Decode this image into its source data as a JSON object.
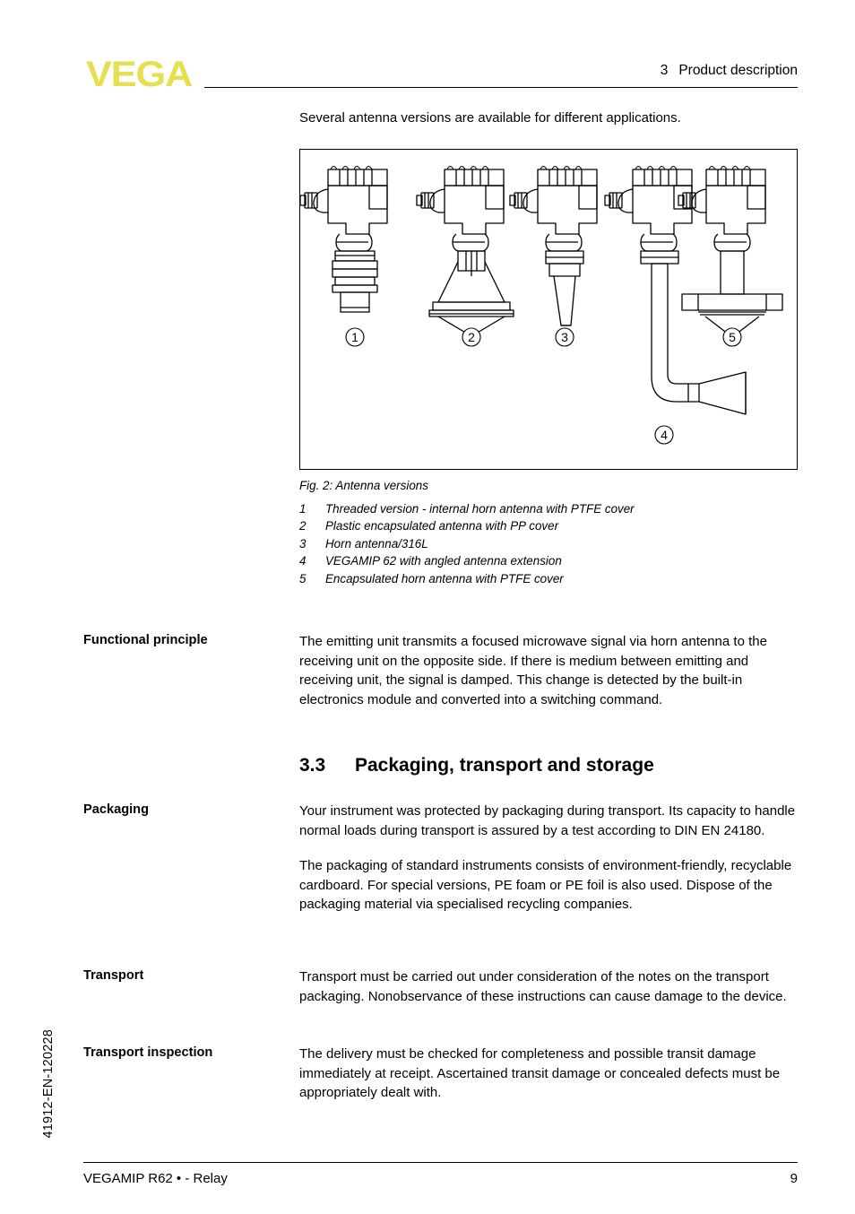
{
  "header": {
    "logo_text": "VEGA",
    "chapter_number": "3",
    "chapter_title": "Product description"
  },
  "intro": {
    "text": "Several antenna versions are available for different applications."
  },
  "figure": {
    "caption": "Fig. 2: Antenna versions",
    "legend": [
      {
        "index": "1",
        "text": "Threaded version - internal horn antenna with PTFE cover"
      },
      {
        "index": "2",
        "text": "Plastic encapsulated antenna with PP cover"
      },
      {
        "index": "3",
        "text": "Horn antenna/316L"
      },
      {
        "index": "4",
        "text": "VEGAMIP 62 with angled antenna extension"
      },
      {
        "index": "5",
        "text": "Encapsulated horn antenna with PTFE cover"
      }
    ],
    "callouts": [
      "1",
      "2",
      "3",
      "4",
      "5"
    ]
  },
  "sections": {
    "functional_principle": {
      "label": "Functional principle",
      "paragraphs": [
        "The emitting unit transmits a focused microwave signal via horn antenna to the receiving unit on the opposite side. If there is medium between emitting and receiving unit, the signal is damped. This change is detected by the built-in electronics module and converted into a switching command."
      ]
    },
    "packaging_heading": {
      "number": "3.3",
      "title": "Packaging, transport and storage"
    },
    "packaging": {
      "label": "Packaging",
      "paragraphs": [
        "Your instrument was protected by packaging during transport. Its capacity to handle normal loads during transport is assured by a test according to DIN EN 24180.",
        "The packaging of standard instruments consists of environment-friendly, recyclable cardboard. For special versions, PE foam or PE foil is also used. Dispose of the packaging material via specialised recycling companies."
      ]
    },
    "transport": {
      "label": "Transport",
      "paragraphs": [
        "Transport must be carried out under consideration of the notes on the transport packaging. Nonobservance of these instructions can cause damage to the device."
      ]
    },
    "transport_inspection": {
      "label": "Transport inspection",
      "paragraphs": [
        "The delivery must be checked for completeness and possible transit damage immediately at receipt. Ascertained transit damage or concealed defects must be appropriately dealt with."
      ]
    }
  },
  "doc_code": "41912-EN-120228",
  "footer": {
    "left": "VEGAMIP R62 • - Relay",
    "page": "9"
  },
  "colors": {
    "logo_yellow": "#e5e04f",
    "ink": "#000000",
    "page": "#ffffff"
  }
}
